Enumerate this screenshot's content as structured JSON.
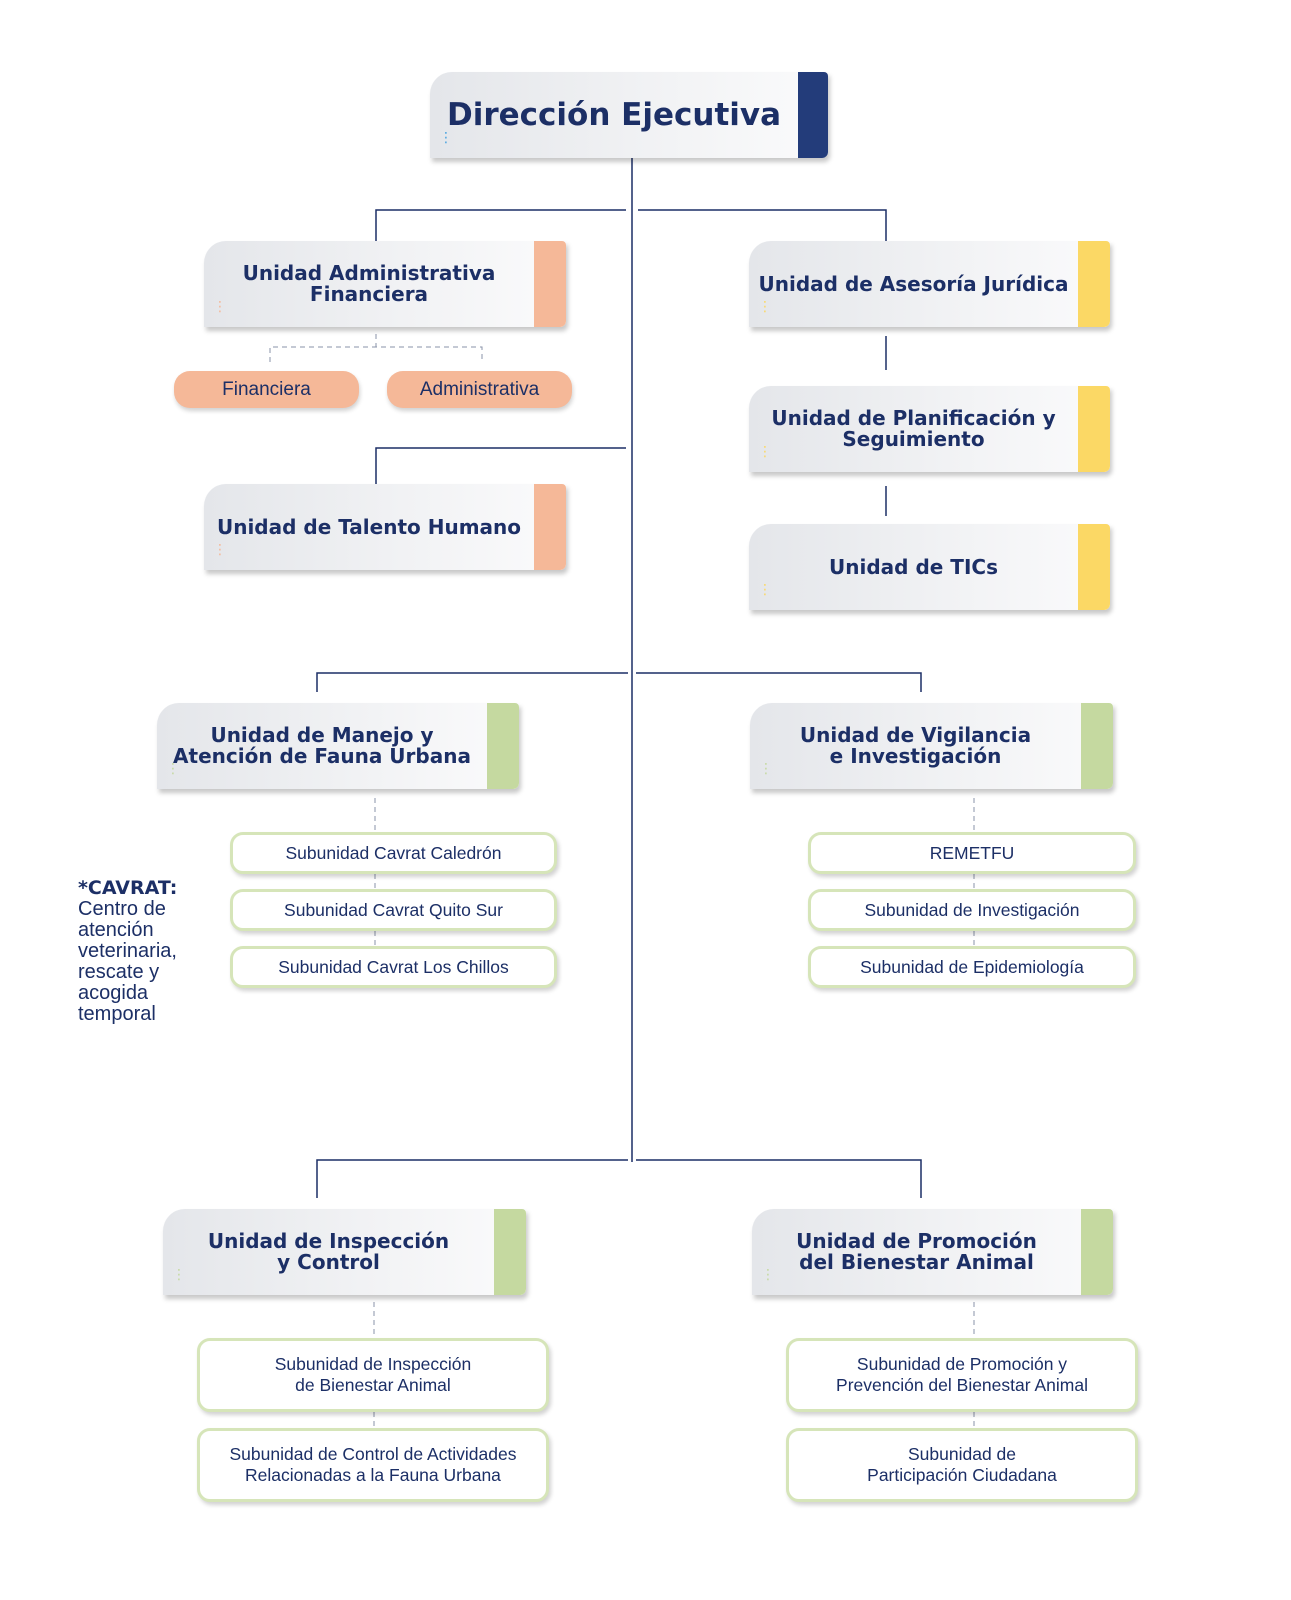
{
  "colors": {
    "navy": "#1c2f66",
    "accent_navy": "#233c7a",
    "accent_salmon": "#f5b898",
    "accent_yellow": "#fbd865",
    "accent_green": "#c5d9a0",
    "sub_border_green": "#d6e5b9",
    "dots_blue": "#4aa3df"
  },
  "top": {
    "title": "Dirección Ejecutiva"
  },
  "left_support": {
    "admin_fin": {
      "title": "Unidad Administrativa\nFinanciera",
      "children": [
        "Financiera",
        "Administrativa"
      ]
    },
    "talento": {
      "title": "Unidad de Talento Humano"
    }
  },
  "right_support": {
    "juridica": {
      "title": "Unidad de Asesoría Jurídica"
    },
    "planificacion": {
      "title": "Unidad de Planificación y\nSeguimiento"
    },
    "tics": {
      "title": "Unidad de TICs"
    }
  },
  "manejo": {
    "title": "Unidad de Manejo y\nAtención de Fauna Urbana",
    "subunits": [
      "Subunidad Cavrat Caledrón",
      "Subunidad Cavrat Quito Sur",
      "Subunidad Cavrat Los Chillos"
    ]
  },
  "vigilancia": {
    "title": "Unidad de Vigilancia\ne Investigación",
    "subunits": [
      "REMETFU",
      "Subunidad de Investigación",
      "Subunidad de Epidemiología"
    ]
  },
  "inspeccion": {
    "title": "Unidad de Inspección\ny Control",
    "subunits": [
      "Subunidad de Inspección\nde Bienestar Animal",
      "Subunidad de Control de Actividades\nRelacionadas a la Fauna Urbana"
    ]
  },
  "promocion": {
    "title": "Unidad de  Promoción\ndel Bienestar Animal",
    "subunits": [
      "Subunidad  de Promoción y\nPrevención del Bienestar Animal",
      "Subunidad de\nParticipación Ciudadana"
    ]
  },
  "note": {
    "title": "*CAVRAT:",
    "body": "Centro de\natención\nveterinaria,\nrescate y\nacogida\ntemporal"
  }
}
